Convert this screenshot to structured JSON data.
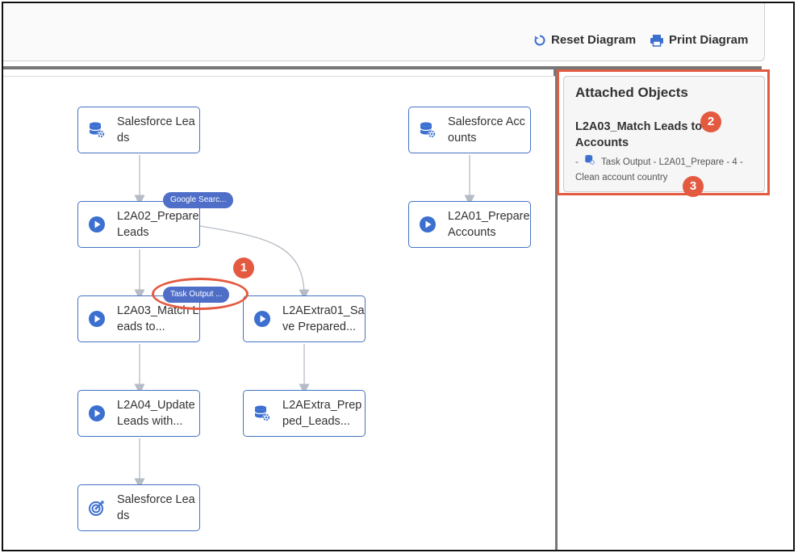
{
  "toolbar": {
    "reset_label": "Reset Diagram",
    "print_label": "Print Diagram"
  },
  "nodes": {
    "sf_leads_src": {
      "label": "Salesforce Leads",
      "icon": "database-gear-icon"
    },
    "sf_accounts": {
      "label": "Salesforce Accounts",
      "icon": "database-gear-icon"
    },
    "l2a02": {
      "label": "L2A02_Prepare Leads",
      "icon": "play-icon",
      "badge": "Google Searc..."
    },
    "l2a01": {
      "label": "L2A01_Prepare Accounts",
      "icon": "play-icon"
    },
    "l2a03": {
      "label": "L2A03_Match Leads to...",
      "icon": "play-icon",
      "badge": "Task Output ..."
    },
    "l2aextra01": {
      "label": "L2AExtra01_Save Prepared...",
      "icon": "play-icon"
    },
    "l2a04": {
      "label": "L2A04_Update Leads with...",
      "icon": "play-icon"
    },
    "l2aextra_prep": {
      "label": "L2AExtra_Prepped_Leads...",
      "icon": "database-gear-icon"
    },
    "sf_leads_target": {
      "label": "Salesforce Leads",
      "icon": "target-icon"
    }
  },
  "annotations": [
    "1",
    "2",
    "3"
  ],
  "panel": {
    "title": "Attached Objects",
    "item_name": "L2A03_Match Leads to Accounts",
    "item_prefix": "-",
    "item_detail": "Task Output - L2A01_Prepare - 4 - Clean account country"
  },
  "colors": {
    "accent": "#4472c4",
    "badge": "#4e6ec8",
    "annotation": "#e45a40"
  }
}
